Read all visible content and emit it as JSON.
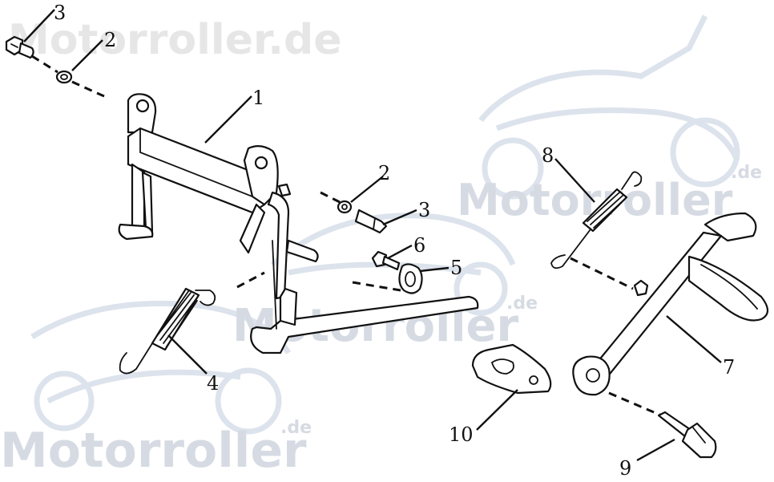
{
  "watermark": {
    "top_text": "Motorroller.de",
    "brand_text": "Motorroller",
    "suffix_text": ".de"
  },
  "callouts": [
    {
      "id": "c3a",
      "text": "3"
    },
    {
      "id": "c2a",
      "text": "2"
    },
    {
      "id": "c1",
      "text": "1"
    },
    {
      "id": "c2b",
      "text": "2"
    },
    {
      "id": "c3b",
      "text": "3"
    },
    {
      "id": "c6",
      "text": "6"
    },
    {
      "id": "c5",
      "text": "5"
    },
    {
      "id": "c4",
      "text": "4"
    },
    {
      "id": "c8",
      "text": "8"
    },
    {
      "id": "c7",
      "text": "7"
    },
    {
      "id": "c10",
      "text": "10"
    },
    {
      "id": "c9",
      "text": "9"
    }
  ]
}
